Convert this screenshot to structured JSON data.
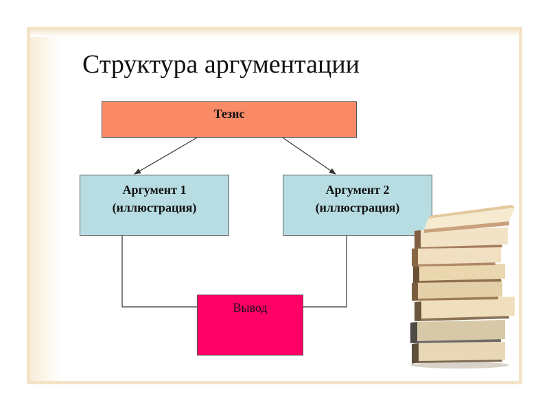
{
  "slide": {
    "title": "Структура аргументации"
  },
  "diagram": {
    "thesis": "Тезис",
    "argument1": {
      "line1": "Аргумент 1",
      "line2": "(иллюстрация)"
    },
    "argument2": {
      "line1": "Аргумент 2",
      "line2": "(иллюстрация)"
    },
    "conclusion": "Вывод"
  },
  "colors": {
    "thesis_fill": "#fb8a66",
    "argument_fill": "#b7dde3",
    "conclusion_fill": "#ff0066",
    "frame": "#f3e3c6"
  },
  "icons": {
    "decoration": "stack-of-books-icon"
  }
}
